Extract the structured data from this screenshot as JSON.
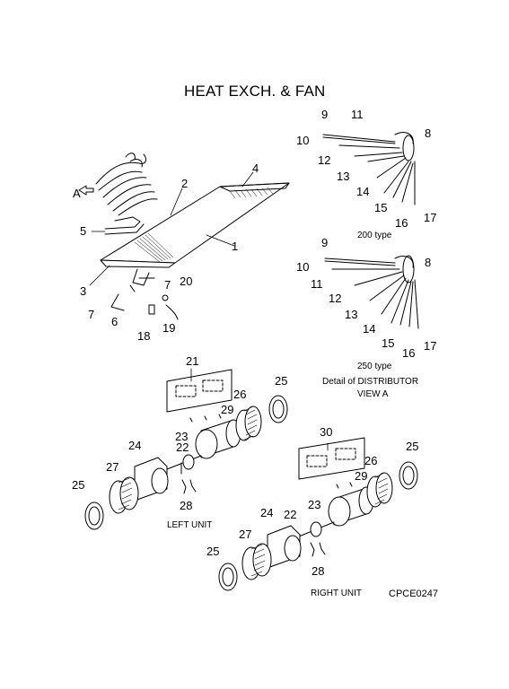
{
  "title": "HEAT EXCH. & FAN",
  "view_marker": "A",
  "captions": {
    "type_200": "200 type",
    "type_250": "250 type",
    "detail_line1": "Detail of DISTRIBUTOR",
    "detail_line2": "VIEW A",
    "left_unit": "LEFT UNIT",
    "right_unit": "RIGHT UNIT",
    "drawing_code": "CPCE0247"
  },
  "callouts": {
    "n1": "1",
    "n2": "2",
    "n3": "3",
    "n4": "4",
    "n5": "5",
    "n6": "6",
    "n7a": "7",
    "n7b": "7",
    "n18": "18",
    "n19": "19",
    "n20": "20",
    "d200_8": "8",
    "d200_9": "9",
    "d200_10": "10",
    "d200_11": "11",
    "d200_12": "12",
    "d200_13": "13",
    "d200_14": "14",
    "d200_15": "15",
    "d200_16": "16",
    "d200_17": "17",
    "d250_8": "8",
    "d250_9": "9",
    "d250_10": "10",
    "d250_11": "11",
    "d250_12": "12",
    "d250_13": "13",
    "d250_14": "14",
    "d250_15": "15",
    "d250_16": "16",
    "d250_17": "17",
    "l21": "21",
    "l22": "22",
    "l23": "23",
    "l24": "24",
    "l25a": "25",
    "l25b": "25",
    "l26": "26",
    "l27": "27",
    "l28": "28",
    "l29": "29",
    "r30": "30",
    "r22": "22",
    "r23": "23",
    "r24": "24",
    "r25a": "25",
    "r25b": "25",
    "r26": "26",
    "r27": "27",
    "r28": "28",
    "r29": "29"
  }
}
